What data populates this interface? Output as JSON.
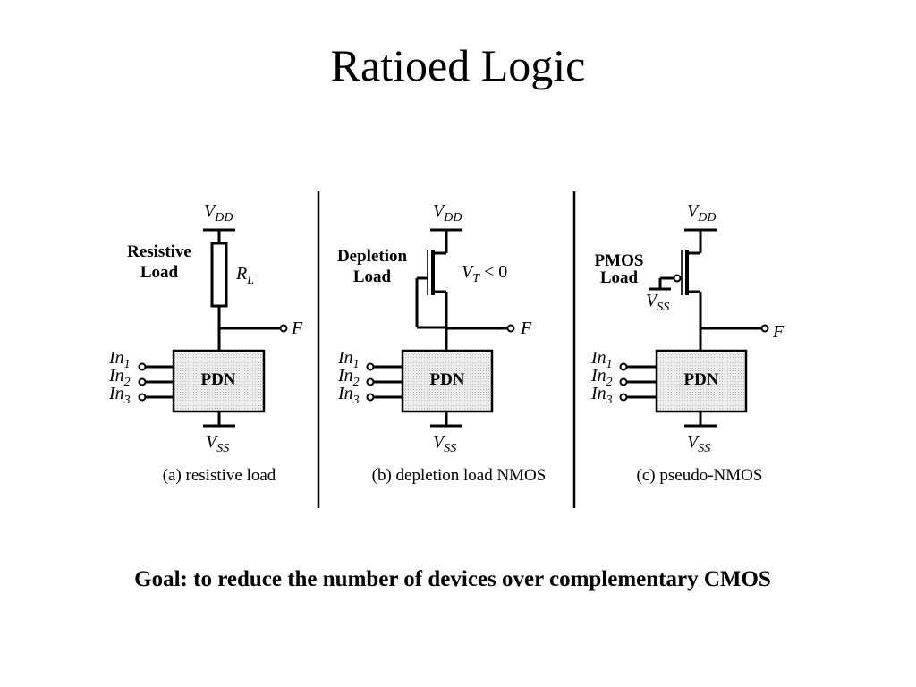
{
  "slide": {
    "title": "Ratioed Logic",
    "goal": "Goal: to reduce the number of devices over complementary CMOS"
  },
  "circuits": [
    {
      "caption": "(a) resistive load",
      "supply_top": "V",
      "supply_top_sub": "DD",
      "supply_bottom": "V",
      "supply_bottom_sub": "SS",
      "load_label_1": "Resistive",
      "load_label_2": "Load",
      "resistor": "R",
      "resistor_sub": "L",
      "output": "F",
      "block": "PDN",
      "inputs": [
        {
          "name": "In",
          "sub": "1"
        },
        {
          "name": "In",
          "sub": "2"
        },
        {
          "name": "In",
          "sub": "3"
        }
      ]
    },
    {
      "caption": "(b) depletion load NMOS",
      "supply_top": "V",
      "supply_top_sub": "DD",
      "supply_bottom": "V",
      "supply_bottom_sub": "SS",
      "load_label_1": "Depletion",
      "load_label_2": "Load",
      "threshold": "V",
      "threshold_sub": "T",
      "threshold_rel": " < 0",
      "output": "F",
      "block": "PDN",
      "inputs": [
        {
          "name": "In",
          "sub": "1"
        },
        {
          "name": "In",
          "sub": "2"
        },
        {
          "name": "In",
          "sub": "3"
        }
      ]
    },
    {
      "caption": "(c) pseudo-NMOS",
      "supply_top": "V",
      "supply_top_sub": "DD",
      "supply_bottom": "V",
      "supply_bottom_sub": "SS",
      "load_label_1": "PMOS",
      "load_label_2": "Load",
      "gate_supply": "V",
      "gate_supply_sub": "SS",
      "output": "F",
      "block": "PDN",
      "inputs": [
        {
          "name": "In",
          "sub": "1"
        },
        {
          "name": "In",
          "sub": "2"
        },
        {
          "name": "In",
          "sub": "3"
        }
      ]
    }
  ]
}
